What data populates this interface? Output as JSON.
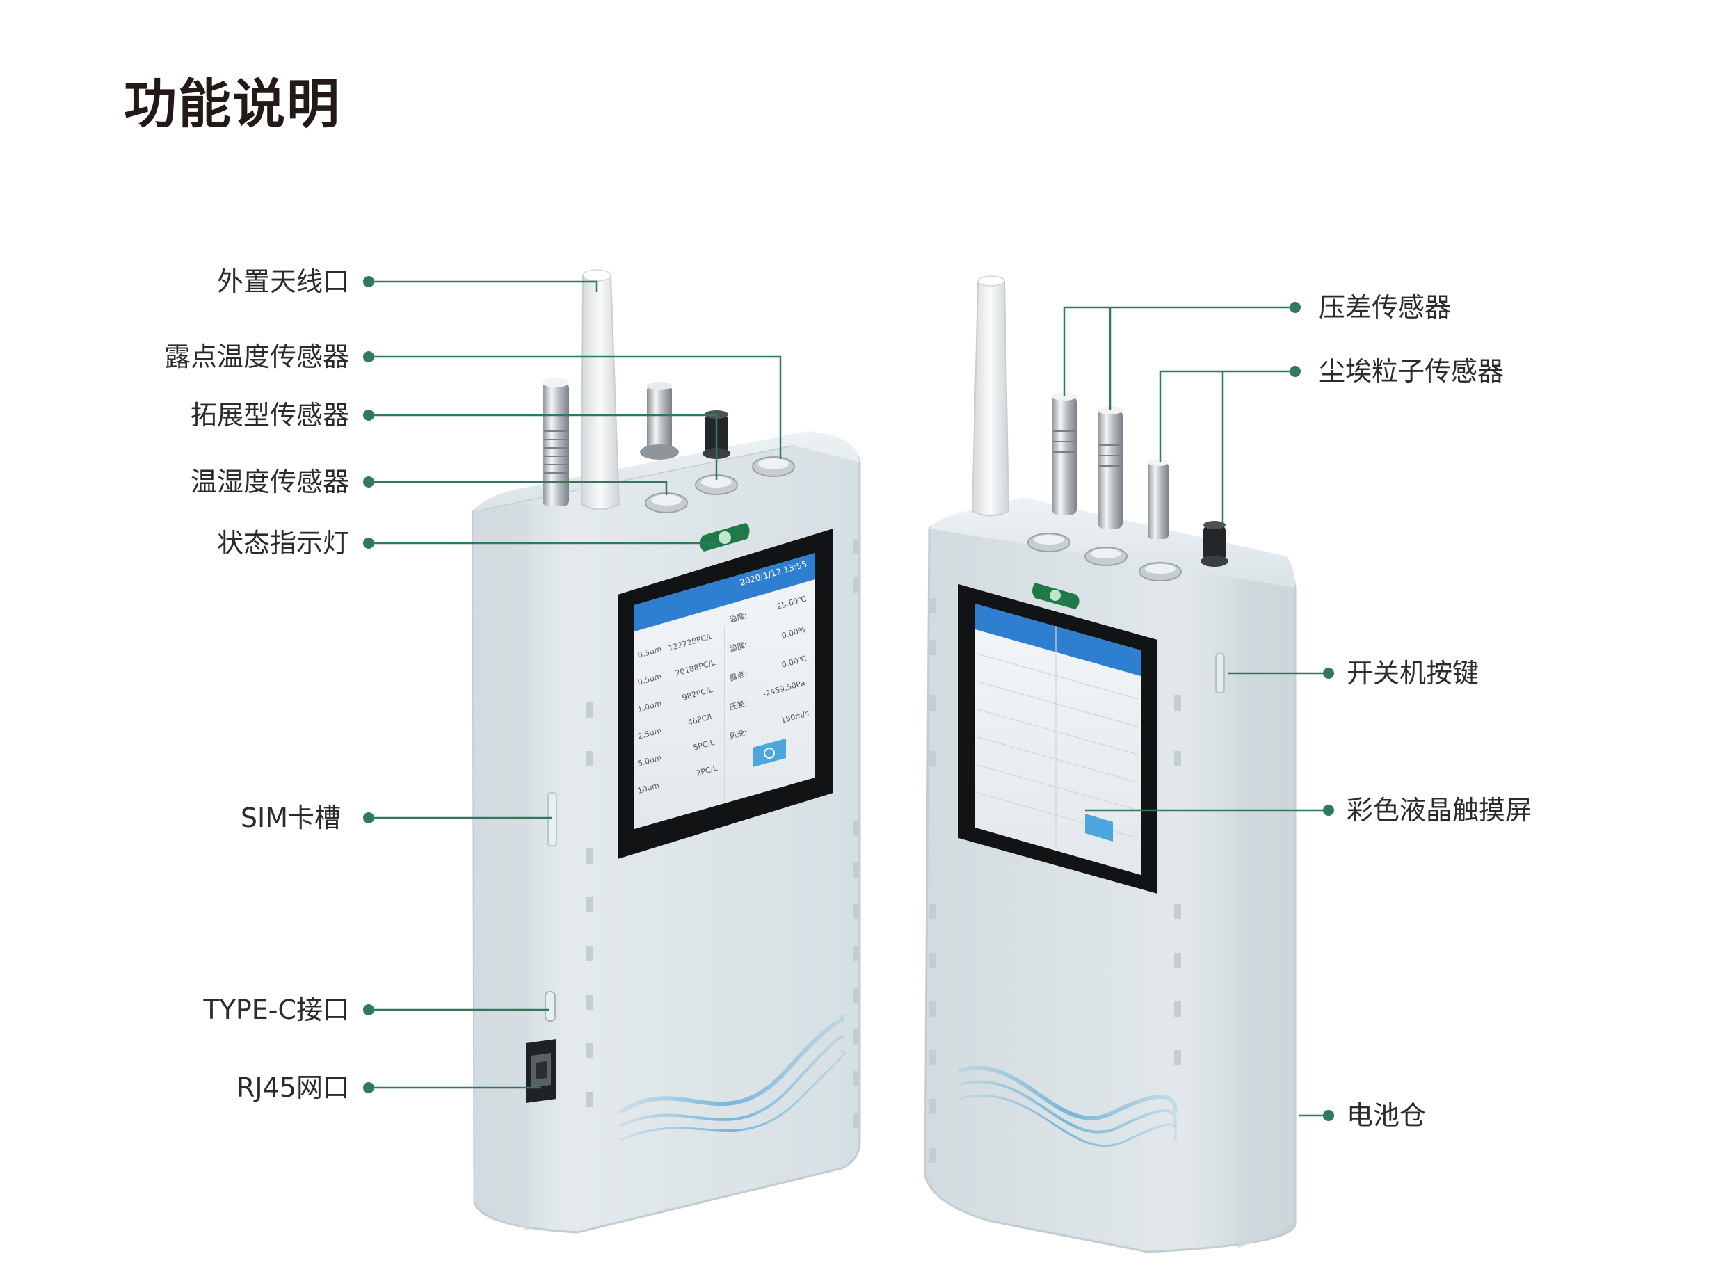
{
  "title": "功能说明",
  "left_labels": [
    {
      "text": "外置天线口"
    },
    {
      "text": "露点温度传感器"
    },
    {
      "text": "拓展型传感器"
    },
    {
      "text": "温湿度传感器"
    },
    {
      "text": "状态指示灯"
    },
    {
      "text": "SIM卡槽"
    },
    {
      "text": "TYPE-C接口"
    },
    {
      "text": "RJ45网口"
    }
  ],
  "right_labels": [
    {
      "text": "压差传感器"
    },
    {
      "text": "尘埃粒子传感器"
    },
    {
      "text": "开关机按键"
    },
    {
      "text": "彩色液晶触摸屏"
    },
    {
      "text": "电池仓"
    }
  ],
  "screen": {
    "datetime": "2020/1/12 13:55",
    "sizes": [
      "0.3um",
      "0.5um",
      "1.0um",
      "2.5um",
      "5.0um",
      "10um"
    ],
    "counts": [
      "122728PC/L",
      "20188PC/L",
      "982PC/L",
      "46PC/L",
      "5PC/L",
      "2PC/L"
    ],
    "param_labels": [
      "温度:",
      "湿度:",
      "露点:",
      "压差:",
      "风速:"
    ],
    "param_values": [
      "25.69℃",
      "0.00%",
      "0.00℃",
      "-2459.50Pa",
      "180m/s"
    ]
  },
  "colors": {
    "accent": "#2f7a5c",
    "device_body": "#dfe6ea",
    "screen_blue": "#2f7fd0"
  }
}
